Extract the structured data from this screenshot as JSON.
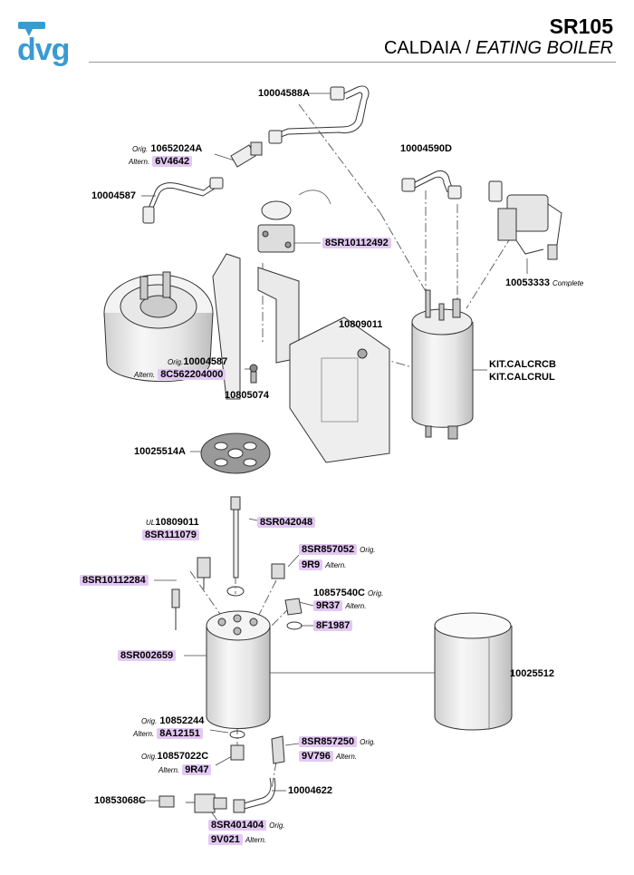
{
  "header": {
    "brand": "dvg",
    "model": "SR105",
    "title_it": "CALDAIA /",
    "title_en": "EATING BOILER"
  },
  "labels": {
    "p1": "10004588A",
    "p2_tag": "Orig.",
    "p2": "10652024A",
    "p3_tag": "Altern.",
    "p3": "6V4642",
    "p4": "10004587",
    "p5": "10004590D",
    "p6": "8SR10112492",
    "p7": "10053333",
    "p7_tag": "Complete",
    "p8": "10809011",
    "p9_tag": "Orig.",
    "p9": "10004587",
    "p10_tag": "Altern.",
    "p10": "8C562204000",
    "p11": "10805074",
    "p12": "KIT.CALCRCB",
    "p13": "KIT.CALCRUL",
    "p14": "10025514A",
    "p15_tag": "UL",
    "p15": "10809011",
    "p16": "8SR042048",
    "p17": "8SR111079",
    "p18": "8SR857052",
    "p18_tag": "Orig.",
    "p19": "9R9",
    "p19_tag": "Altern.",
    "p20": "8SR10112284",
    "p21": "10857540C",
    "p21_tag": "Orig.",
    "p22": "9R37",
    "p22_tag": "Altern.",
    "p23": "8F1987",
    "p24": "8SR002659",
    "p25": "10025512",
    "p26_tag": "Orig.",
    "p26": "10852244",
    "p27_tag": "Altern.",
    "p27": "8A12151",
    "p28": "8SR857250",
    "p28_tag": "Orig.",
    "p29": "9V796",
    "p29_tag": "Altern.",
    "p30_tag": "Orig.",
    "p30": "10857022C",
    "p31_tag": "Altern.",
    "p31": "9R47",
    "p32": "10853068C",
    "p33": "10004622",
    "p34": "8SR401404",
    "p34_tag": "Orig.",
    "p35": "9V021",
    "p35_tag": "Altern."
  },
  "colors": {
    "brand_blue": "#3a9ad2",
    "highlight": "#e2c8f2",
    "part_fill": "#e9e9e9",
    "part_stroke": "#333333"
  }
}
